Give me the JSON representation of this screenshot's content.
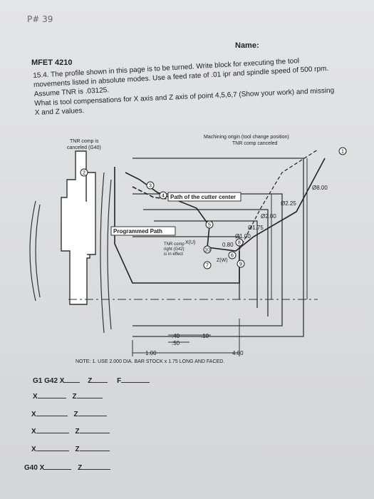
{
  "header": {
    "page_number": "P# 39",
    "name_label": "Name:",
    "course": "MFET 4210"
  },
  "problem": {
    "line1": "15.4. The profile shown in this page is to be turned. Write block for executing the tool",
    "line2": "movements listed in absolute modes. Use a feed rate of .01 ipr and spindle speed of 500 rpm.",
    "line3": "Assume TNR is .03125.",
    "question1": "What is tool compensations for X axis and Z axis of point 4,5,6,7 (Show your work) and missing",
    "question2": "X and Z values."
  },
  "diagram": {
    "tnr_canceled_1": "TNR comp is",
    "tnr_canceled_2": "canceled (G40)",
    "machining_origin_1": "Machining origin (tool change position)",
    "machining_origin_2": "TNR comp canceled",
    "path_cutter": "Path of the cutter center",
    "programmed_path": "Programmed Path",
    "xu_label": "X(U)",
    "zw_label": "Z(W)",
    "tnr_right_1": "TNR comp",
    "tnr_right_2": "right (G42)",
    "tnr_right_3": "is in effect",
    "dim_800": "Ø8.00",
    "dim_225": "Ø2.25",
    "dim_200": "Ø2.00",
    "dim_175": "Ø1.75",
    "dim_100": "Ø1.00",
    "dim_080": "0.80",
    "dim_40": ".40",
    "dim_10": ".10",
    "dim_50": ".50",
    "dim_1": "1.00",
    "dim_4": "4.00",
    "note": "NOTE: 1. USE 2.000 DIA. BAR STOCK x 1.75 LONG AND FACED.",
    "points": [
      "1",
      "2",
      "3",
      "4",
      "5",
      "6",
      "7",
      "8",
      "9",
      "10"
    ]
  },
  "answers": {
    "row1_a": "G1 G42 X",
    "row1_b": "Z",
    "row1_c": "F",
    "x_label": "X",
    "z_label": "Z",
    "last_a": "G40 X",
    "last_b": "Z"
  }
}
